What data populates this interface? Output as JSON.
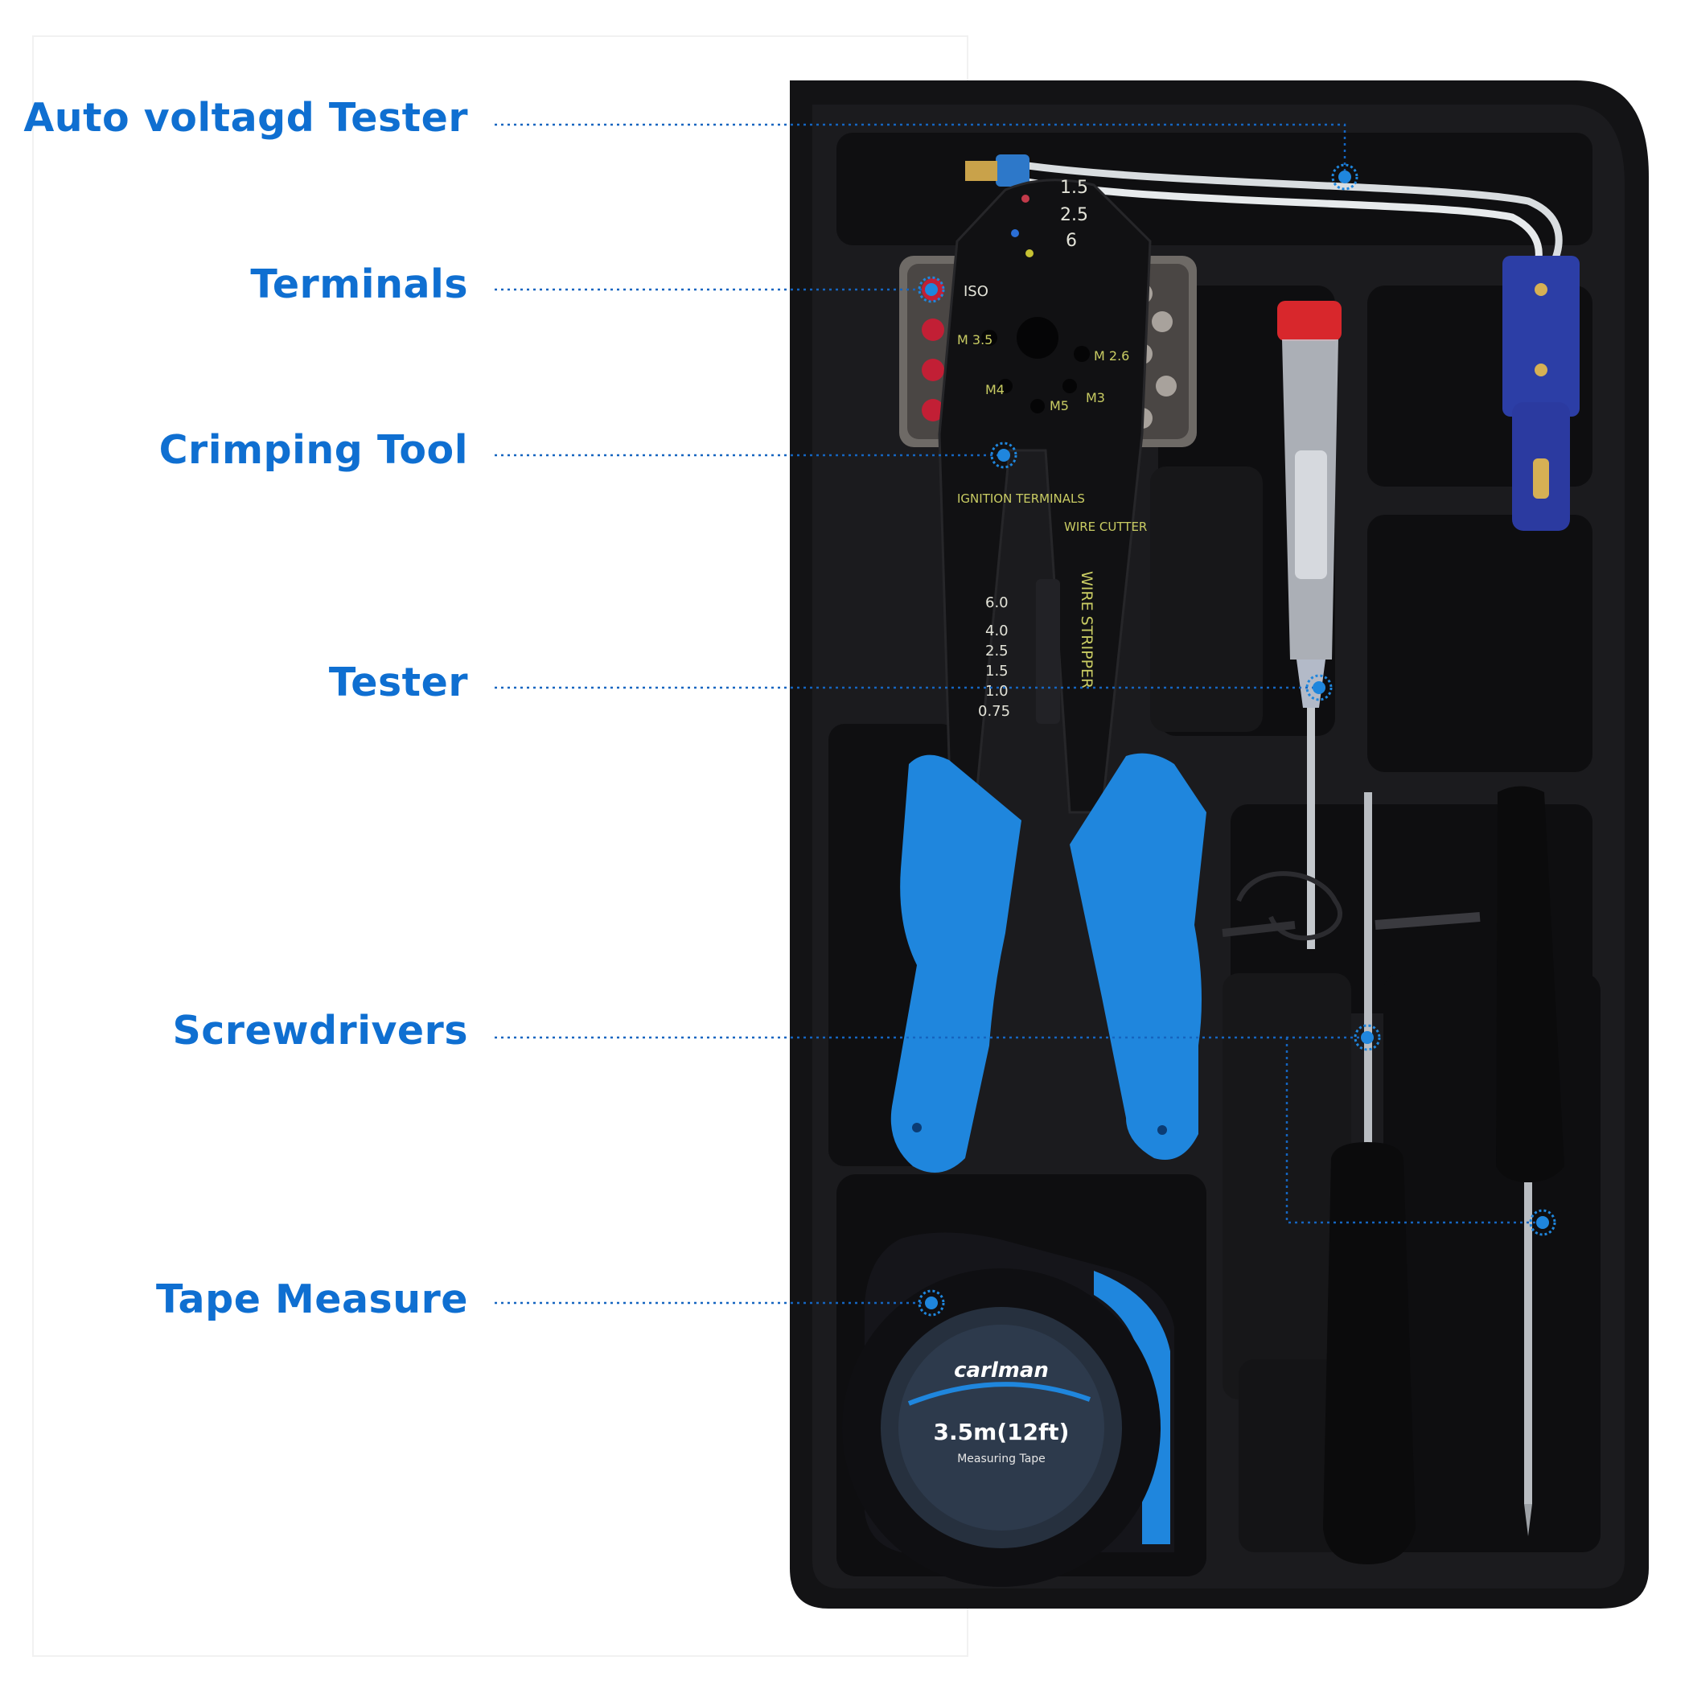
{
  "colors": {
    "accent": "#0f6fd1",
    "case": "#121214",
    "handle": "#1f86dd"
  },
  "labels": {
    "auto_voltage_tester": "Auto voltagd Tester",
    "terminals": "Terminals",
    "crimping_tool": "Crimping Tool",
    "tester": "Tester",
    "screwdrivers": "Screwdrivers",
    "tape_measure": "Tape Measure"
  },
  "crimper": {
    "sizes_top": [
      "1.5",
      "2.5",
      "6"
    ],
    "iso": "ISO",
    "metric_left": "M\n3.5",
    "metric_m4": "M4",
    "metric_m5": "M5",
    "metric_m3": "M3",
    "metric_right": "M\n2.6",
    "ignition": "IGNITION\nTERMINALS",
    "wire_cutter": "WIRE\nCUTTER",
    "wire_stripper": "WIRE STRIPPER",
    "gauges": [
      "6.0",
      "4.0",
      "2.5",
      "1.5",
      "1.0",
      "0.75"
    ]
  },
  "tape": {
    "brand": "carlman",
    "size": "3.5m(12ft)",
    "subtitle": "Measuring Tape"
  }
}
